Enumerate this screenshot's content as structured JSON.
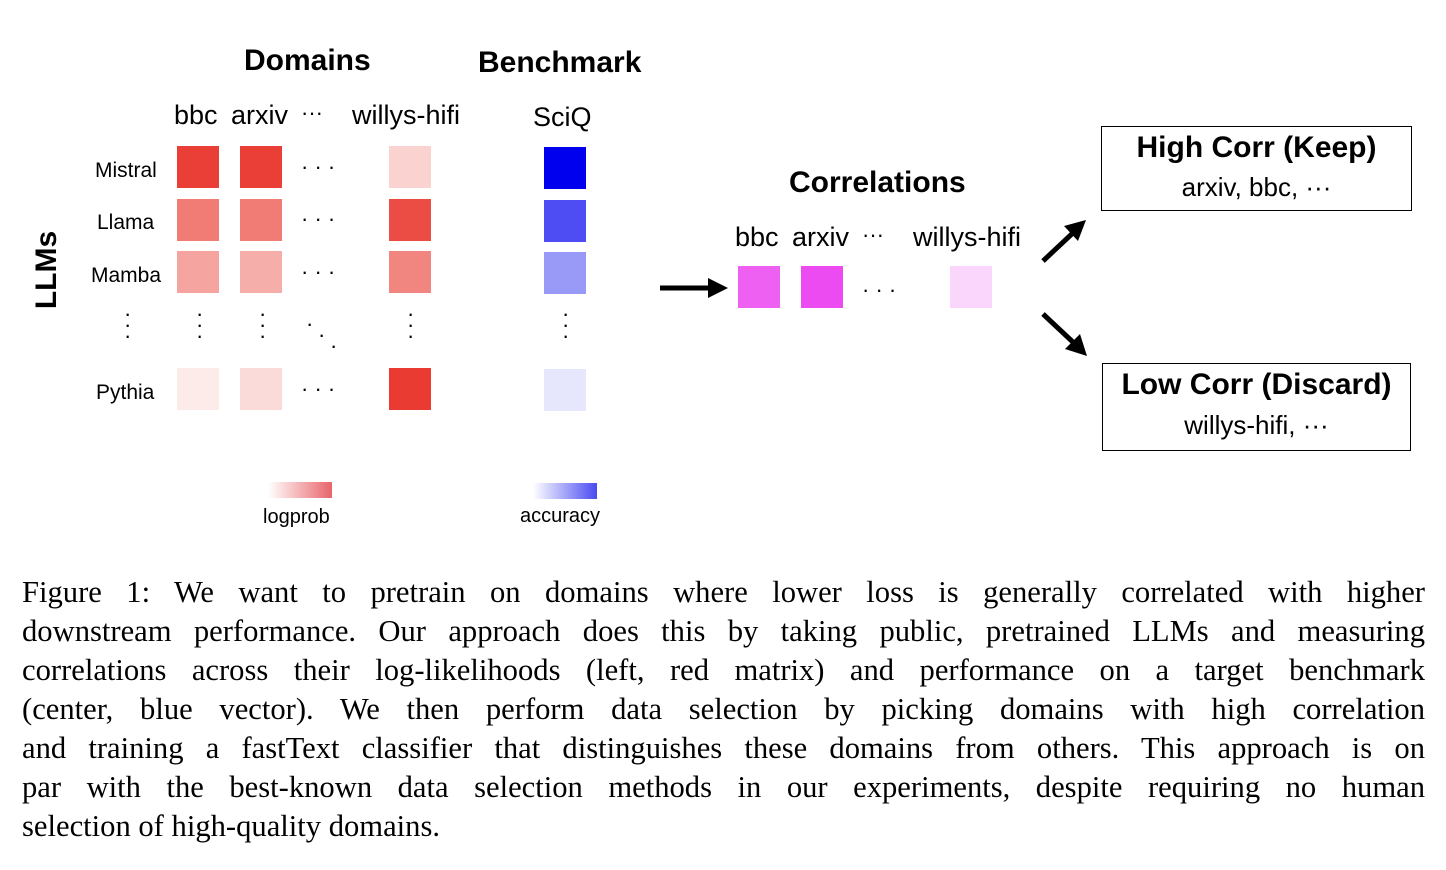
{
  "left_panel": {
    "domains_title": "Domains",
    "benchmark_title": "Benchmark",
    "domain_headers": [
      "bbc",
      "arxiv",
      "···",
      "willys-hifi"
    ],
    "benchmark_header": "SciQ",
    "y_axis_label": "LLMs",
    "models": [
      "Mistral",
      "Llama",
      "Mamba",
      "Pythia"
    ],
    "legend_logprob": "logprob",
    "legend_accuracy": "accuracy"
  },
  "correlations": {
    "title": "Correlations",
    "headers": [
      "bbc",
      "arxiv",
      "···",
      "willys-hifi"
    ]
  },
  "high_box": {
    "title": "High Corr (Keep)",
    "items": "arxiv, bbc, ···"
  },
  "low_box": {
    "title": "Low Corr (Discard)",
    "items": "willys-hifi, ···"
  },
  "heatmap": {
    "red_logprob_intensity": [
      [
        0.95,
        0.95,
        0.22
      ],
      [
        0.65,
        0.65,
        0.88
      ],
      [
        0.45,
        0.4,
        0.6
      ],
      [
        0.1,
        0.18,
        0.97
      ]
    ],
    "blue_accuracy_intensity": [
      1.0,
      0.7,
      0.4,
      0.1
    ],
    "correlation_intensity": [
      0.78,
      0.88,
      0.2
    ]
  },
  "colors": {
    "red": "#e8352b",
    "blue": "#0000ee",
    "magenta": "#e833ee"
  },
  "caption": {
    "lines": [
      "Figure 1:  We want to pretrain on domains where lower loss is generally correlated with higher",
      "downstream performance. Our approach does this by taking public, pretrained LLMs and measuring",
      "correlations across their log-likelihoods (left, red matrix) and performance on a target benchmark",
      "(center, blue vector).  We then perform data selection by picking domains with high correlation",
      "and training a fastText classifier that distinguishes these domains from others. This approach is on",
      "par with the best-known data selection methods in our experiments, despite requiring no human",
      "selection of high-quality domains."
    ]
  }
}
